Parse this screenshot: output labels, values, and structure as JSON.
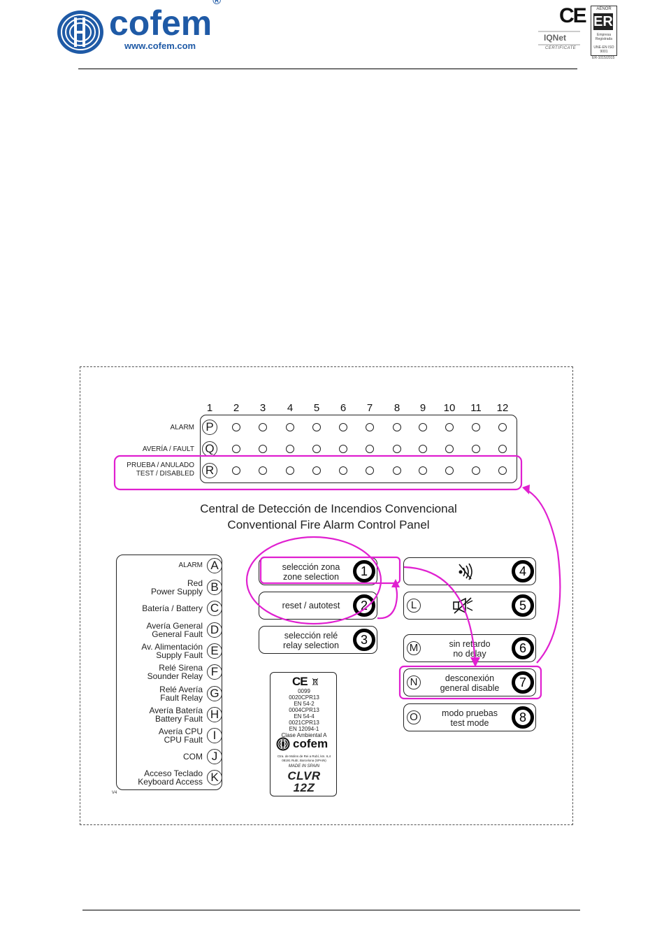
{
  "header": {
    "brand": "cofem",
    "registered": "®",
    "website": "www.cofem.com",
    "ce_mark": "CE",
    "iqnet_name": "IQNet",
    "iqnet_caption": "CERTIFICATE",
    "aenor_title": "AENOR",
    "aenor_mark": "ER",
    "aenor_sub1": "Empresa",
    "aenor_sub2": "Registrada",
    "aenor_sub3": "UNE-EN ISO 9001",
    "aenor_code": "ER-1015/2015"
  },
  "panel": {
    "zone_numbers": [
      "1",
      "2",
      "3",
      "4",
      "5",
      "6",
      "7",
      "8",
      "9",
      "10",
      "11",
      "12"
    ],
    "rows": [
      {
        "label": "ALARM",
        "letter": "P"
      },
      {
        "label": "AVERÍA / FAULT",
        "letter": "Q"
      },
      {
        "label_line1": "PRUEBA / ANULADO",
        "label_line2": "TEST / DISABLED",
        "letter": "R"
      }
    ],
    "title_line1": "Central de Detección de Incendios Convencional",
    "title_line2": "Conventional Fire Alarm Control Panel",
    "indicators": [
      {
        "l1": "ALARM",
        "l2": "",
        "letter": "A"
      },
      {
        "l1": "Red",
        "l2": "Power Supply",
        "letter": "B"
      },
      {
        "l1": "Batería / Battery",
        "l2": "",
        "letter": "C"
      },
      {
        "l1": "Avería General",
        "l2": "General Fault",
        "letter": "D"
      },
      {
        "l1": "Av. Alimentación",
        "l2": "Supply Fault",
        "letter": "E"
      },
      {
        "l1": "Relé Sirena",
        "l2": "Sounder Relay",
        "letter": "F"
      },
      {
        "l1": "Relé Avería",
        "l2": "Fault Relay",
        "letter": "G"
      },
      {
        "l1": "Avería Batería",
        "l2": "Battery Fault",
        "letter": "H"
      },
      {
        "l1": "Avería CPU",
        "l2": "CPU Fault",
        "letter": "I"
      },
      {
        "l1": "COM",
        "l2": "",
        "letter": "J"
      },
      {
        "l1": "Acceso Teclado",
        "l2": "Keyboard Access",
        "letter": "K"
      }
    ],
    "version": "V4",
    "keys_left": [
      {
        "l1": "selección zona",
        "l2": "zone selection",
        "num": "1"
      },
      {
        "l1": "reset / autotest",
        "l2": "",
        "num": "2"
      },
      {
        "l1": "selección relé",
        "l2": "relay selection",
        "num": "3"
      }
    ],
    "keys_right": [
      {
        "letter": "",
        "icon": "sounder-mute-icon",
        "num": "4"
      },
      {
        "letter": "L",
        "icon": "siren-off-icon",
        "num": "5"
      },
      {
        "letter": "M",
        "l1": "sin retardo",
        "l2": "no delay",
        "num": "6"
      },
      {
        "letter": "N",
        "l1": "desconexión",
        "l2": "general disable",
        "num": "7"
      },
      {
        "letter": "O",
        "l1": "modo pruebas",
        "l2": "test mode",
        "num": "8"
      }
    ],
    "plate": {
      "ce": "CE",
      "lines": [
        "0099",
        "0020CPR13",
        "EN 54-2",
        "0004CPR13",
        "EN 54-4",
        "0021CPR13",
        "EN 12094-1",
        "Clase Ambiental A"
      ],
      "brand": "cofem",
      "address1": "Ctra. de Molins de Rei a Rubí, km. 6,4",
      "address2": "08191 Rubí, Barcelona (SPAIN)",
      "made": "MADE IN SPAIN",
      "model1": "CLVR",
      "model2": "12Z"
    }
  },
  "colors": {
    "brand_blue": "#1f5aa6",
    "highlight_magenta": "#e020d0"
  }
}
